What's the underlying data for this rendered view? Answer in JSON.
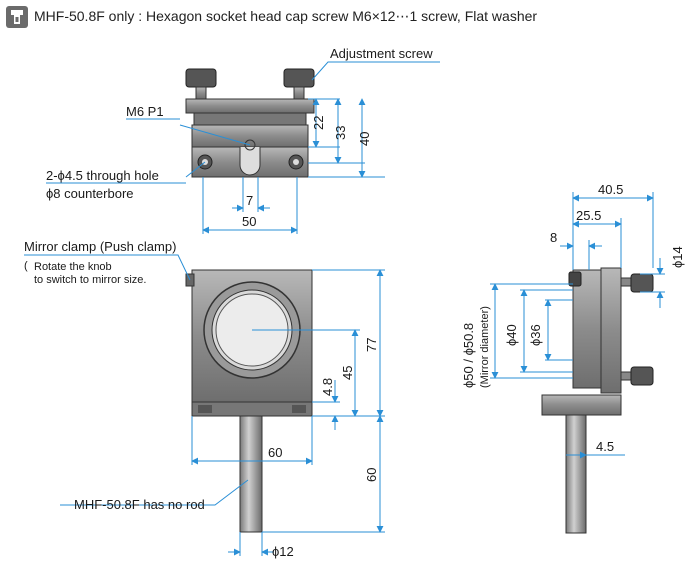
{
  "header": {
    "text": "MHF-50.8F only : Hexagon socket head cap screw M6×12⋯1 screw, Flat washer"
  },
  "labels": {
    "adjustment_screw": "Adjustment screw",
    "m6p1": "M6 P1",
    "through_hole": "2-ϕ4.5 through hole",
    "counterbore": "ϕ8 counterbore",
    "mirror_clamp": "Mirror clamp (Push clamp)",
    "rotate_knob_1": "Rotate the knob",
    "rotate_knob_2": "to switch to mirror size.",
    "no_rod": "MHF-50.8F has no rod",
    "mirror_dia_1": "ϕ50 / ϕ50.8",
    "mirror_dia_2": "(Mirror diameter)"
  },
  "dims": {
    "d22": "22",
    "d33": "33",
    "d40": "40",
    "d7": "7",
    "d50": "50",
    "d77": "77",
    "d45": "45",
    "d4_8": "4.8",
    "d60w": "60",
    "d60h": "60",
    "phi12": "ϕ12",
    "d40_5": "40.5",
    "d25_5": "25.5",
    "d8": "8",
    "phi14": "ϕ14",
    "phi40": "ϕ40",
    "phi36": "ϕ36",
    "d4_5": "4.5"
  },
  "colors": {
    "dim_line": "#2a8fd6",
    "body": "#8a8a8a",
    "outline": "#333333"
  }
}
